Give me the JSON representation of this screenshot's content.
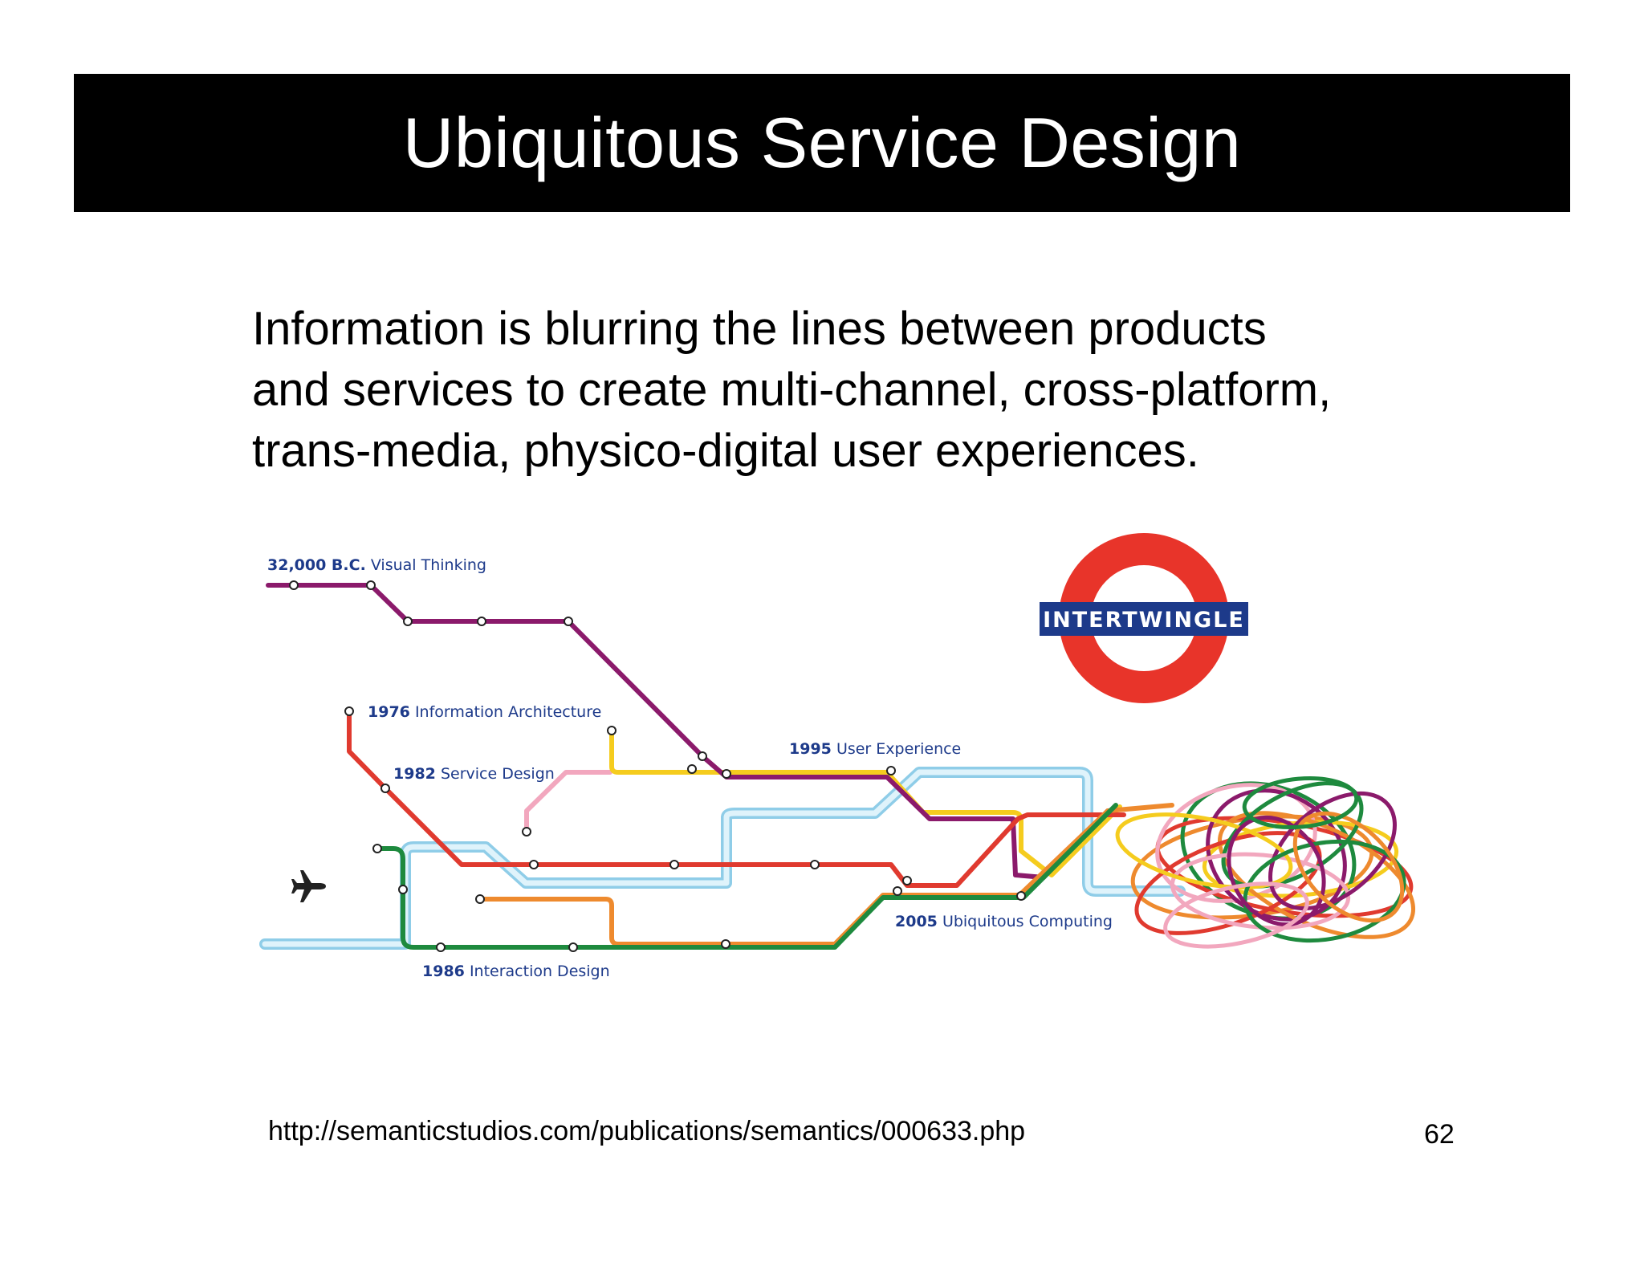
{
  "slide": {
    "title": "Ubiquitous Service Design",
    "body_lines": [
      "Information is blurring the lines between products",
      "and services to create multi-channel, cross-platform,",
      "trans-media, physico-digital user experiences."
    ],
    "source_url": "http://semanticstudios.com/publications/semantics/000633.php",
    "page_number": "62"
  },
  "diagram": {
    "logo_text": "INTERTWINGLE",
    "labels": [
      {
        "year": "32,000 B.C.",
        "text": "Visual Thinking"
      },
      {
        "year": "1976",
        "text": "Information Architecture"
      },
      {
        "year": "1982",
        "text": "Service Design"
      },
      {
        "year": "1995",
        "text": "User Experience"
      },
      {
        "year": "2005",
        "text": "Ubiquitous Computing"
      },
      {
        "year": "1986",
        "text": "Interaction Design"
      }
    ],
    "colors": {
      "visual_thinking": "#8b1a6b",
      "information_architecture": "#e03a2f",
      "service_design": "#f2a7be",
      "user_experience": "#f5cc1e",
      "ubiquitous_computing": "#b9e3f5",
      "interaction_design": "#1e8a3e",
      "orange_line": "#ee8a2e",
      "logo_ring": "#e8342a",
      "logo_bar": "#1d3a8a",
      "label_text": "#1d3a8a"
    },
    "icons": [
      "airplane-icon"
    ]
  }
}
